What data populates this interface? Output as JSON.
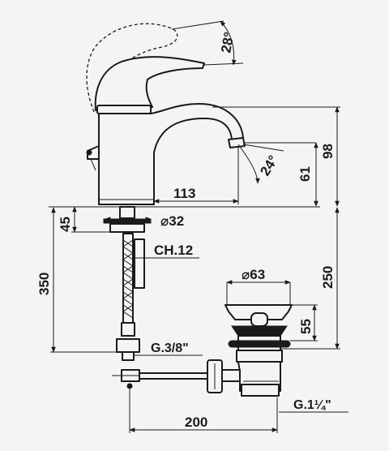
{
  "dimensions": {
    "angle_handle": "28°",
    "angle_spout": "24°",
    "height_total": "98",
    "height_spout": "61",
    "reach": "113",
    "base_height": "45",
    "base_diameter": "⌀32",
    "hex_size": "CH.12",
    "hose_length": "350",
    "depth_below_deck": "250",
    "waste_diameter": "⌀63",
    "waste_height": "55",
    "thread_supply": "G.3/8\"",
    "thread_waste": "G.1¼\"",
    "rod_length": "200"
  },
  "colors": {
    "line": "#1a1a1a",
    "paper": "#f3f4f6"
  }
}
